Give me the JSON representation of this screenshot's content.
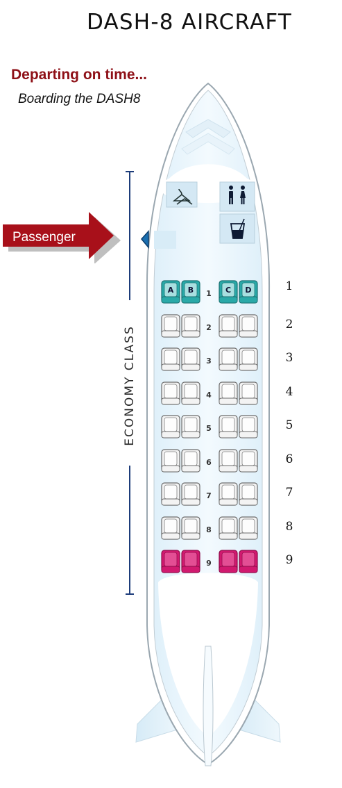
{
  "header": {
    "title": "DASH-8 AIRCRAFT"
  },
  "status": {
    "departing": "Departing on time...",
    "boarding": "Boarding the DASH8"
  },
  "pointer": {
    "label": "Passenger"
  },
  "cabin": {
    "class_label": "ECONOMY CLASS"
  },
  "icons": [
    "coat-hanger-icon",
    "restroom-icon",
    "drink-icon",
    "exit-door-icon"
  ],
  "colors": {
    "accent_red": "#8e1017",
    "seat_teal": "#2aa9a8",
    "seat_magenta": "#d1196f",
    "seat_empty": "#f3f3f3",
    "fuselage": "#e8f5fc"
  },
  "rows": [
    {
      "number": "1",
      "side": "1",
      "status": "highlighted",
      "letters": [
        "A",
        "B",
        "C",
        "D"
      ]
    },
    {
      "number": "2",
      "side": "2",
      "status": "available",
      "letters": [
        "",
        "",
        "",
        ""
      ]
    },
    {
      "number": "3",
      "side": "3",
      "status": "available",
      "letters": [
        "",
        "",
        "",
        ""
      ]
    },
    {
      "number": "4",
      "side": "4",
      "status": "available",
      "letters": [
        "",
        "",
        "",
        ""
      ]
    },
    {
      "number": "5",
      "side": "5",
      "status": "available",
      "letters": [
        "",
        "",
        "",
        ""
      ]
    },
    {
      "number": "6",
      "side": "6",
      "status": "available",
      "letters": [
        "",
        "",
        "",
        ""
      ]
    },
    {
      "number": "7",
      "side": "7",
      "status": "available",
      "letters": [
        "",
        "",
        "",
        ""
      ]
    },
    {
      "number": "8",
      "side": "8",
      "status": "available",
      "letters": [
        "",
        "",
        "",
        ""
      ]
    },
    {
      "number": "9",
      "side": "9",
      "status": "special",
      "letters": [
        "",
        "",
        "",
        ""
      ]
    }
  ]
}
